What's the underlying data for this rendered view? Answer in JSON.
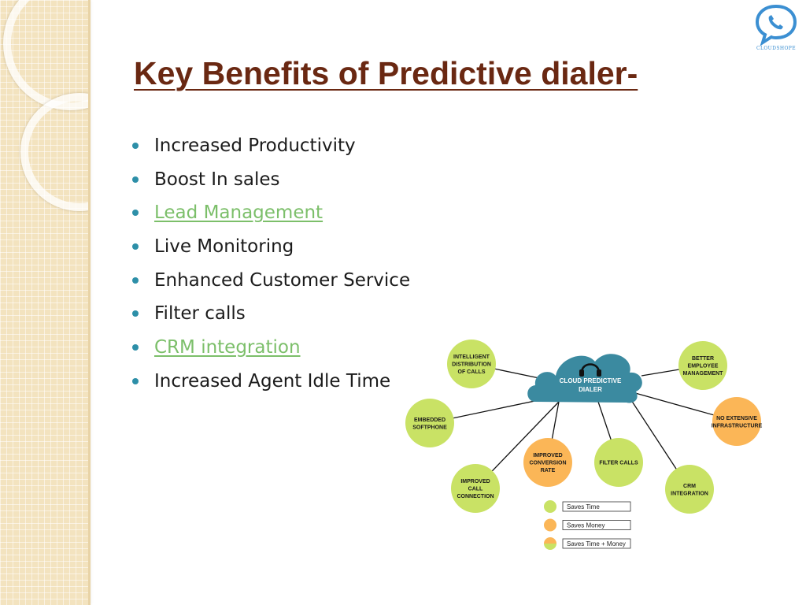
{
  "logo": {
    "text": "CLOUDSHOPE",
    "color": "#3b8fd2"
  },
  "title": "Key Benefits of Predictive dialer-",
  "colors": {
    "title": "#6a2812",
    "bullet": "#2d8fa8",
    "link": "#7cbf6a",
    "green_node": "#c9e265",
    "orange_node": "#fbb657",
    "cloud": "#3b8aa0"
  },
  "bullets": [
    {
      "text": "Increased Productivity",
      "link": false
    },
    {
      "text": "Boost In sales",
      "link": false
    },
    {
      "text": "Lead Management",
      "link": true
    },
    {
      "text": "Live Monitoring",
      "link": false
    },
    {
      "text": "Enhanced Customer Service",
      "link": false
    },
    {
      "text": "Filter calls",
      "link": false
    },
    {
      "text": "CRM integration",
      "link": true
    },
    {
      "text": "Increased Agent Idle Time",
      "link": false
    }
  ],
  "diagram": {
    "center": {
      "icon": "headset-icon",
      "lines": [
        "CLOUD PREDICTIVE",
        "DIALER"
      ]
    },
    "nodes": [
      {
        "lines": [
          "INTELLIGENT",
          "DISTRIBUTION",
          "OF CALLS"
        ],
        "color": "green"
      },
      {
        "lines": [
          "BETTER",
          "EMPLOYEE",
          "MANAGEMENT"
        ],
        "color": "green"
      },
      {
        "lines": [
          "EMBEDDED",
          "SOFTPHONE"
        ],
        "color": "green"
      },
      {
        "lines": [
          "NO EXTENSIVE",
          "INFRASTRUCTURE"
        ],
        "color": "orange"
      },
      {
        "lines": [
          "IMPROVED",
          "CONVERSION",
          "RATE"
        ],
        "color": "orange"
      },
      {
        "lines": [
          "FILTER CALLS"
        ],
        "color": "green"
      },
      {
        "lines": [
          "IMPROVED",
          "CALL",
          "CONNECTION"
        ],
        "color": "green"
      },
      {
        "lines": [
          "CRM",
          "INTEGRATION"
        ],
        "color": "green"
      }
    ],
    "legend": [
      {
        "label": "Saves Time",
        "color": "green"
      },
      {
        "label": "Saves Money",
        "color": "orange"
      },
      {
        "label": "Saves Time + Money",
        "color": "mixed"
      }
    ]
  }
}
